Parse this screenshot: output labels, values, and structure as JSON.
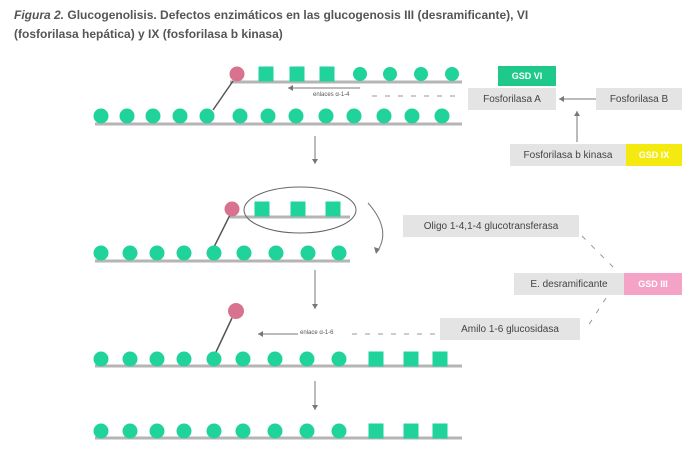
{
  "caption": {
    "figure_label": "Figura 2.",
    "text": "Glucogenolisis. Defectos enzimáticos en las glucogenosis III (desramificante), VI (fosforilasa hepática) y IX (fosforilasa b kinasa)"
  },
  "labels": {
    "enlaces_14": "enlaces α-1-4",
    "enlace_16": "enlace α-1-6"
  },
  "boxes": {
    "gsd_vi": "GSD VI",
    "fosforilasa_a": "Fosforilasa A",
    "fosforilasa_b": "Fosforilasa B",
    "fosforilasa_b_kinasa": "Fosforilasa b kinasa",
    "gsd_ix": "GSD IX",
    "oligo_transferasa": "Oligo 1-4,1-4 glucotransferasa",
    "desramificante": "E. desramificante",
    "gsd_iii": "GSD III",
    "amilo_glucosidasa": "Amilo 1-6 glucosidasa"
  },
  "colors": {
    "glucose": "#1fd39a",
    "branch_point": "#d9728e",
    "chain": "#b5b5b5",
    "box_bg": "#e4e4e4",
    "gsd_vi": "#1fc98c",
    "gsd_ix": "#f5ea0f",
    "gsd_iii": "#f4a3c7"
  }
}
